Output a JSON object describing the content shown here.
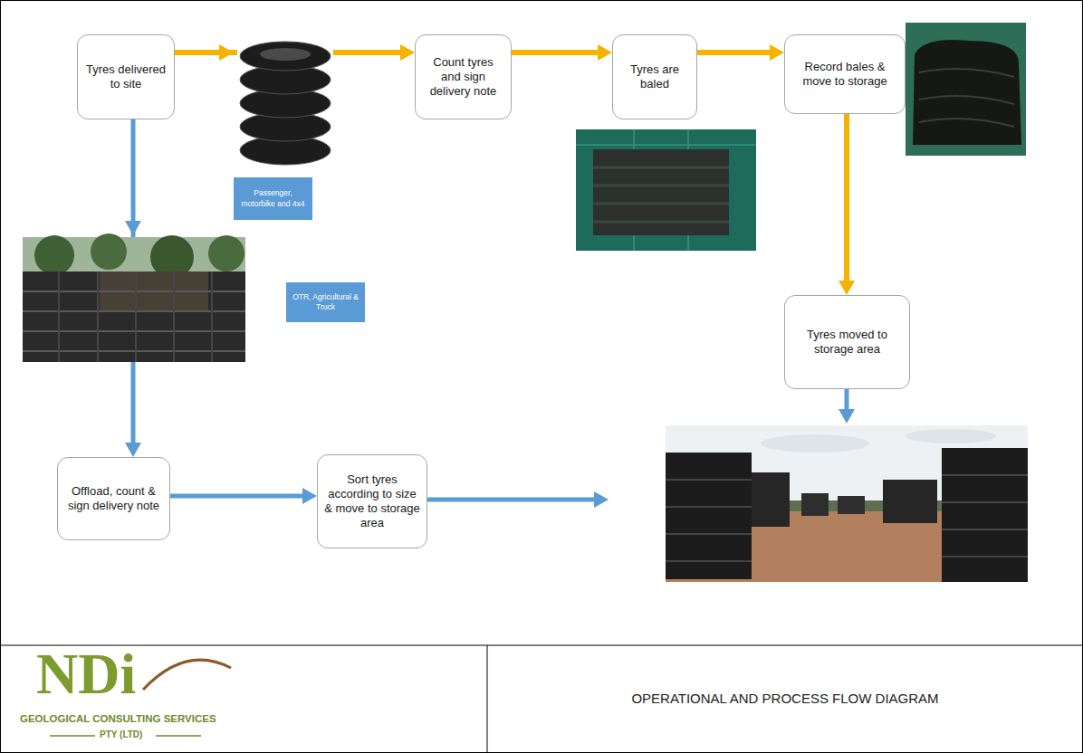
{
  "diagram": {
    "title": "OPERATIONAL AND PROCESS FLOW DIAGRAM",
    "nodes": [
      {
        "text": [
          "Tyres delivered to site"
        ]
      },
      {
        "text": [
          "Passenger, motorbike and 4x4"
        ]
      },
      {
        "text": [
          "Count tyres and sign delivery note"
        ]
      },
      {
        "text": [
          "Tyres are baled"
        ]
      },
      {
        "text": [
          "Record bales & move to storage"
        ]
      },
      {
        "text": [
          "OTR, Agricultural & Truck"
        ]
      },
      {
        "text": [
          "Tyres moved to storage area"
        ]
      },
      {
        "text": [
          "Offload, count & sign delivery note"
        ]
      },
      {
        "text": [
          "Sort tyres according to size & move to storage area"
        ]
      }
    ],
    "edges": [
      {
        "from": 0,
        "to": 2,
        "arrow": "to"
      },
      {
        "from": 2,
        "to": 3,
        "arrow": "to"
      },
      {
        "from": 3,
        "to": 4,
        "arrow": "to"
      },
      {
        "from": 4,
        "to": 6,
        "arrow": "to"
      },
      {
        "from": 0,
        "to": 7,
        "arrow": "to"
      },
      {
        "from": 7,
        "to": 8,
        "arrow": "to"
      }
    ],
    "labels": [
      "NDi",
      "GEOLOGICAL CONSULTING SERVICES",
      "PTY (LTD)"
    ]
  }
}
